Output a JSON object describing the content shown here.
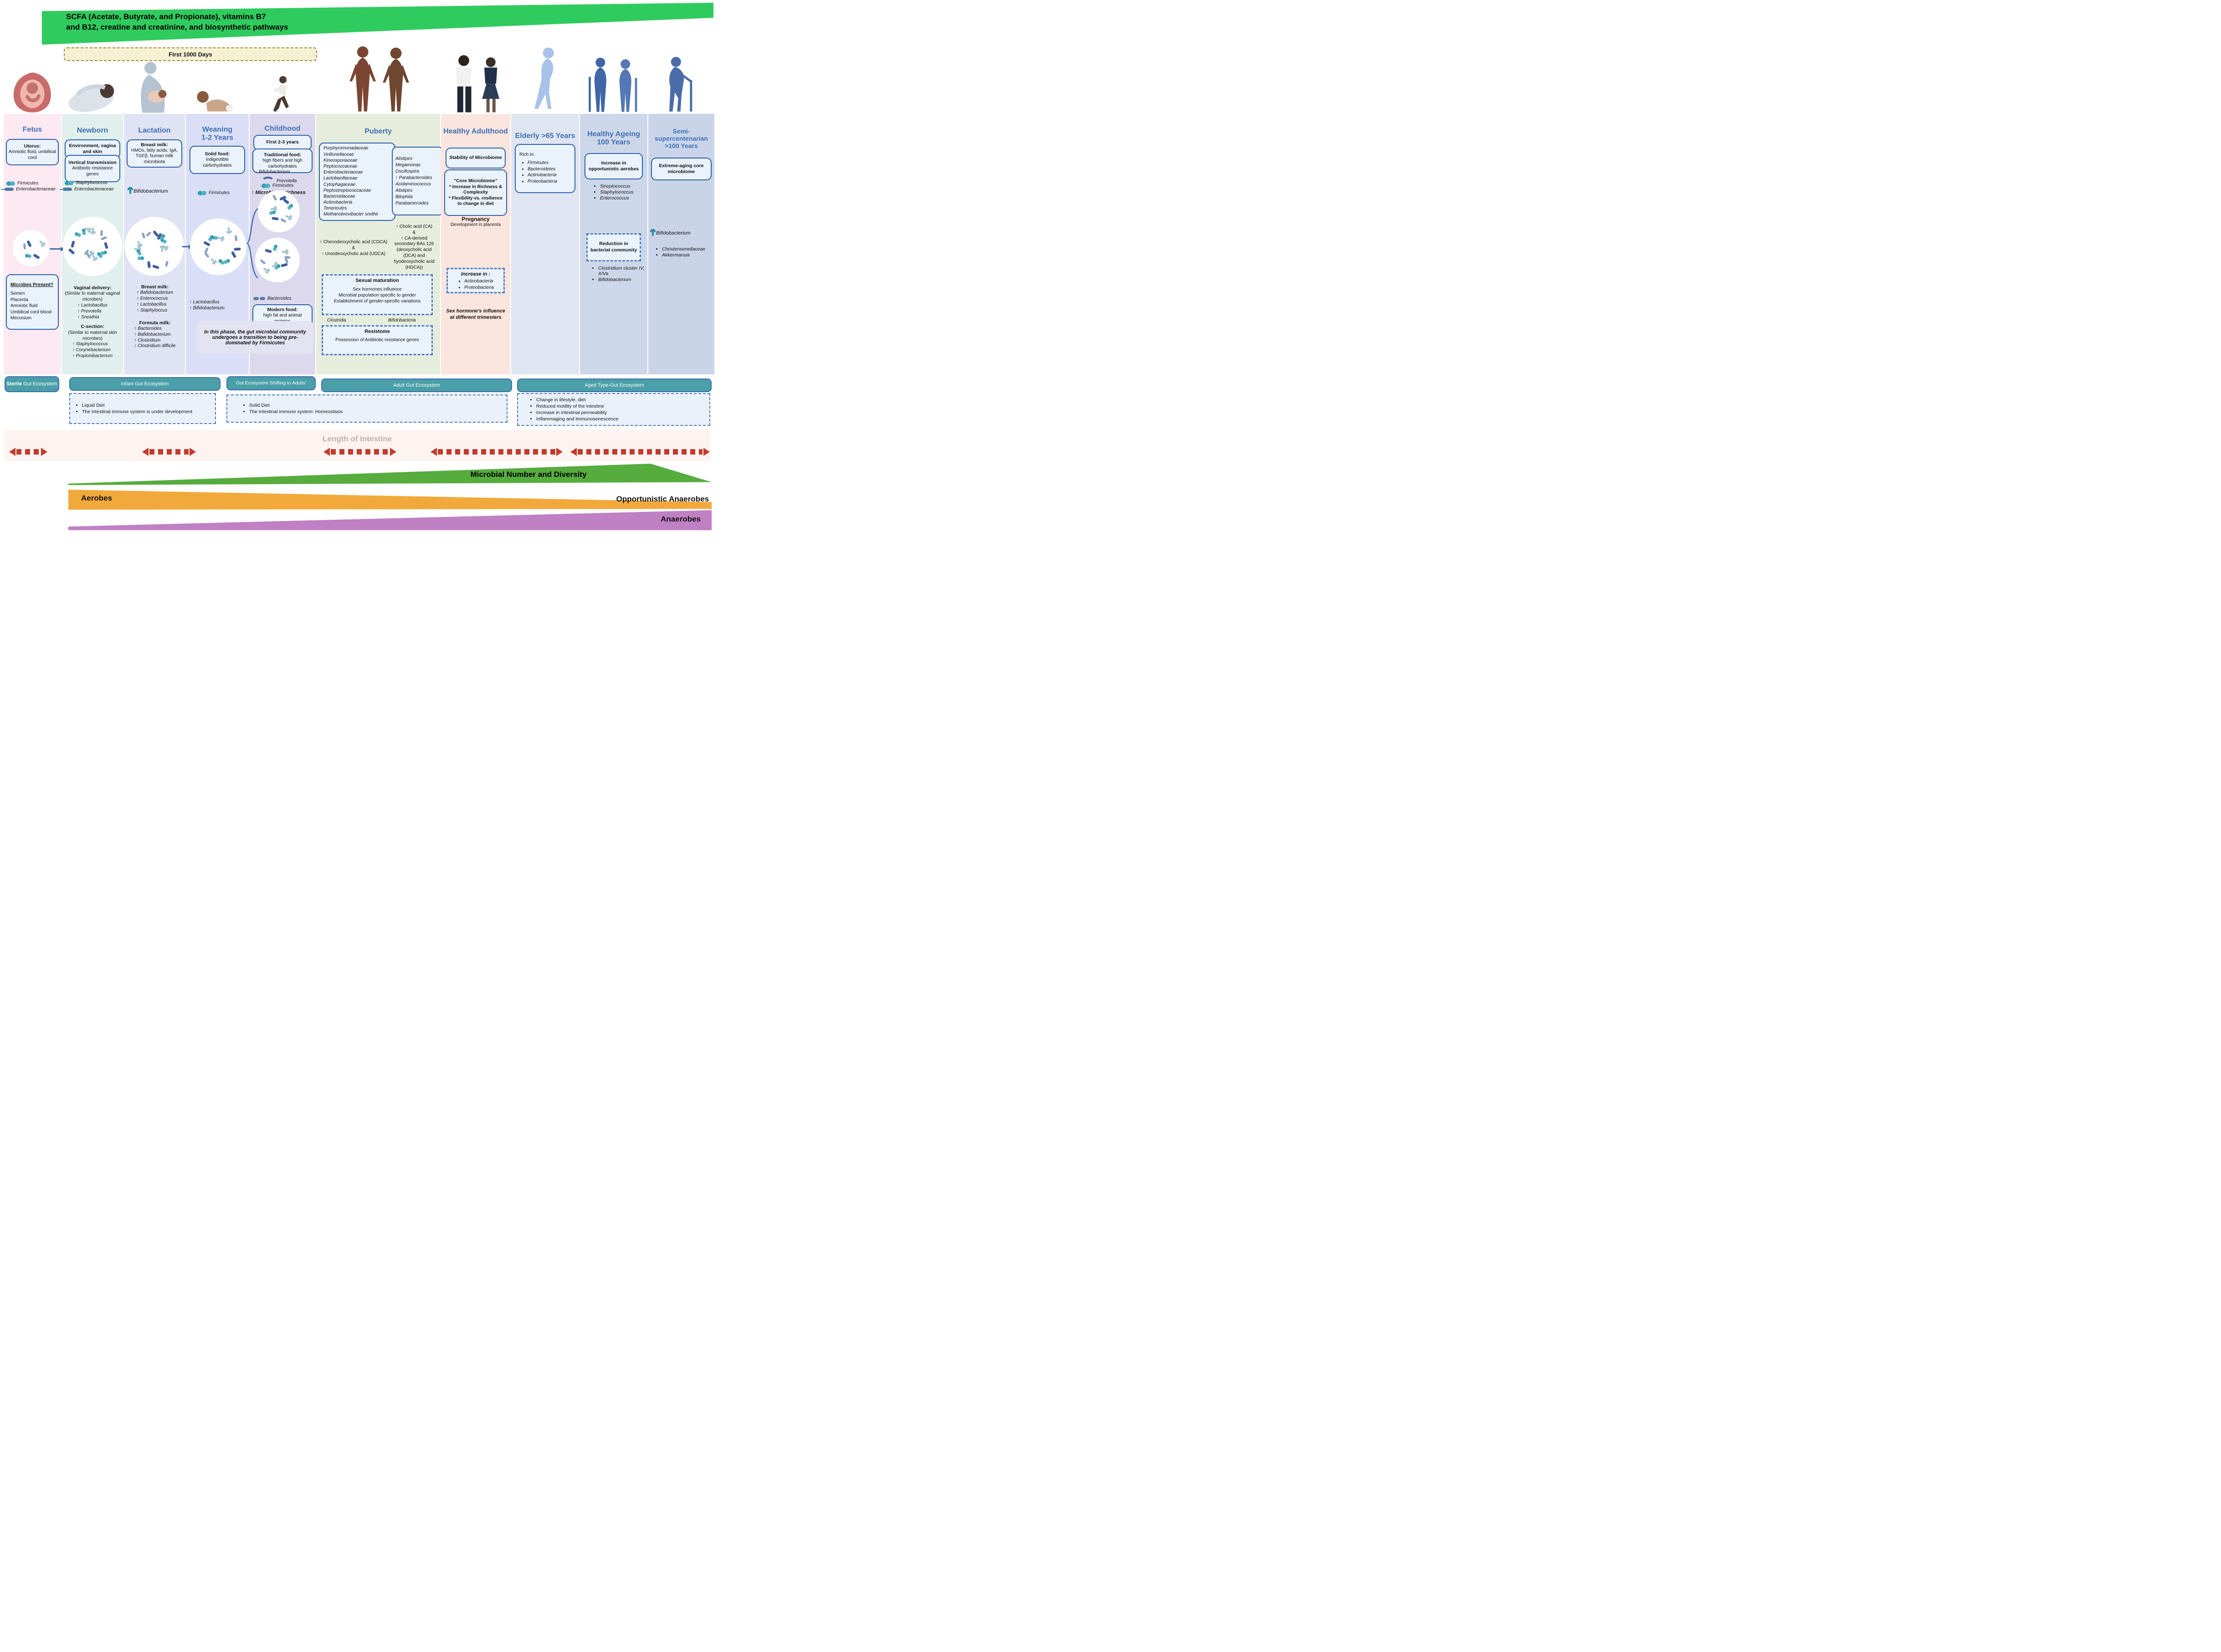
{
  "banner": {
    "line1": "SCFA (Acetate, Butyrate,  and Propionate), vitamins B7",
    "line2": "and B12, creatine and creatinine, and biosynthetic pathways"
  },
  "first_1000_days": "First 1000 Days",
  "fetus": {
    "title": "Fetus",
    "uterus_title": "Uterus:",
    "uterus_body": "Amniotic fluid, umbilical cord",
    "legend": [
      "Firmicutes",
      "Enterobacteriaceae"
    ],
    "microbes_title": "Microbes Present?",
    "microbes_items": [
      "Semen",
      "Placenta",
      "Amniotic fluid",
      "Umbilical cord blood",
      "Meconium"
    ]
  },
  "newborn": {
    "title": "Newborn",
    "box1": "Environment, vagina and skin",
    "box2_title": "Vertical transmission",
    "box2_body": "Antibiotic resistance genes",
    "legend": [
      "Staphylococcus",
      "Enterobacteriaceae"
    ],
    "vaginal_title": "Vaginal delivery:",
    "vaginal_sub": "(Similar to maternal vaginal microbes)",
    "vaginal_items": [
      "↑ Lactobacillus",
      "↑ Prevotella",
      "↑ Sneathia"
    ],
    "csection_title": "C-section:",
    "csection_sub": "(Similar to maternal skin microbes)",
    "csection_items": [
      "↑ Staphylococcus",
      "↑ Corynebacterium",
      "↑ Propionibacterium"
    ]
  },
  "lactation": {
    "title": "Lactation",
    "box_title": "Breast milk:",
    "box_body": "HMOs, fatty acids, IgA, TGFβ, human milk microbiota",
    "legend": [
      "Bifidobacterium"
    ],
    "breast_title": "Breast  milk:",
    "breast_items": [
      "↑ Bafidobacterium",
      "↑ Enterococcus",
      "↑ Lactobacillus",
      "↑ Staphyloccus"
    ],
    "formula_title": "Formula milk:",
    "formula_items": [
      "↑ Bacteroides",
      "↑ Bafidobacterium",
      "↑ Clostridium",
      "↑ Clostridium difficile"
    ]
  },
  "weaning": {
    "title_line1": "Weaning",
    "title_line2": "1-2 Years",
    "box_title": "Solid food:",
    "box_body": "indigestible carbohydrates",
    "legend": [
      "Firmicutes"
    ],
    "items": [
      "↑ Lactobacillus",
      "↑ Bifidobacterium"
    ]
  },
  "childhood": {
    "title": "Childhood",
    "box1": "First 2-3 years",
    "box2_title": "Traditional food:",
    "box2_body": "high fibers and high carbohydrates",
    "down_item": "↓ Bifidobacterium",
    "legend": [
      "Prevotella",
      "Firmicutes"
    ],
    "richness": "↑ Microbiome richness",
    "bacteroides": "Bacteroides",
    "box3_title": "Modern food:",
    "box3_body": "high fat and animal proteins",
    "note": "In this phase, the gut microbial community undergoes a transition to being pre-dominated by Firmicutes"
  },
  "puberty": {
    "title": "Puberty",
    "taxa_left": [
      "Porphyromonadaceae",
      "Veillonellaceae",
      "Kineosporiaceae",
      "Peptococcaceae",
      "Enterobacteriaceae",
      "Lactobacillaceae",
      "Cytophagaceae",
      "Peptostreptococcaceae",
      "Bacteroidaceae",
      "Actinobacteria",
      "Tenericutes",
      "Methanobrevibacter smithii"
    ],
    "taxa_right": [
      "Alistipes",
      "Megamonas",
      "Oscillospira",
      "↑ Parabacteroides",
      "Acidaminococcus",
      "Alistipes",
      "Bilophila",
      "Parabacteroides"
    ],
    "bile_left_lines": [
      "↑ Chenodeoxycholic acid (CDCA)",
      "&",
      "↑ Ursodeoxycholic acid (UDCA)"
    ],
    "bile_right_lines": [
      "↑ Cholic acid (CA)",
      "&",
      "↑ CA-derived secondary BAs 126 (deoxycholic acid (DCA) and hyodeoxycholic acid (HDCA))"
    ],
    "sexual_title": "Sexual maturation",
    "sexual_lines": [
      "Sex hormones influence",
      "Microbial population specific to gender",
      "Establishment of gender-specific variations"
    ],
    "clostridia": "Clostridia",
    "bifidobacteria": "Bifidobacteria",
    "resistome_title": "Resistome",
    "resistome_body": "Possession of Antibiotic resistance genes"
  },
  "adulthood": {
    "title": "Healthy Adulthood",
    "box1": "Stability of Microbiome",
    "core_title": "\"Core Microbiome\"",
    "core_lines": [
      "* Increase in Richness & Complexity",
      "* Flexibility vs. resilience to change in diet"
    ],
    "pregnancy_title": "Pregnancy",
    "pregnancy_body": "Development in placenta",
    "increase_title": "Increase in :",
    "increase_items": [
      "Actinobacteria",
      "Proteobacteria"
    ],
    "sex_note": "Sex hormone's influence at different trimesters"
  },
  "elderly": {
    "title": "Elderly >65 Years",
    "richin": "Rich in:",
    "items": [
      "Firmicutes",
      "Bacteroidetes",
      "Actinobacteria",
      "Proteobacteria"
    ]
  },
  "ageing": {
    "title_line1": "Healthy Ageing",
    "title_line2": "100 Years",
    "box1": "Increase in opportunistic aerobes",
    "aerobes_items": [
      "Streptococcus",
      "Staphylococcus",
      "Enterococcus"
    ],
    "reduction": "Reduction in bacterial community",
    "reduction_items": [
      "Clostridium cluster IV, XIVa",
      "Bifidobacterium"
    ]
  },
  "semi": {
    "title_lines": [
      "Semi-",
      "supercentenarian",
      ">100 Years"
    ],
    "box1": "Extreme-aging core microbiome",
    "legend": [
      "Bifidobacterium"
    ],
    "items": [
      "Christensenellaceae",
      "Akkermansia"
    ]
  },
  "ecosystem": {
    "sterile_bold": "Sterile",
    "sterile_rest": " Gut Ecosystem",
    "infant": "Infant Gut Ecosystem",
    "shifting": "Gut Ecosystem Shifting to Adults'",
    "adult": "Adult Gut Ecosystem",
    "aged": "Aged Type-Gut Ecosystem",
    "infant_notes": [
      "Liquid Diet",
      "The intestinal immune system is under development"
    ],
    "adult_notes": [
      "Solid Diet",
      "The intestinal immune system: Homeostasis"
    ],
    "aged_notes": [
      "Change in lifestyle, diet",
      "Reduced motility of the intestine",
      "Increase in intestinal permeability",
      "Inflammaging and Immunosenescence"
    ]
  },
  "bands": {
    "length": "Length of Intestine",
    "diversity": "Microbial Number and Diversity",
    "aerobes": "Aerobes",
    "opportunistic": "Opportunistic Anaerobes",
    "anaerobes": "Anaerobes"
  },
  "colors": {
    "column_title": "#3f6fb5",
    "box_border": "#2d5fa7",
    "teal_pill": "#4a9fa8",
    "banner_green": "#2fcb5e",
    "band_green": "#57ac3e",
    "band_orange": "#f2a93b",
    "band_purple": "#c080c4",
    "arrow_red": "#c23b2e"
  }
}
